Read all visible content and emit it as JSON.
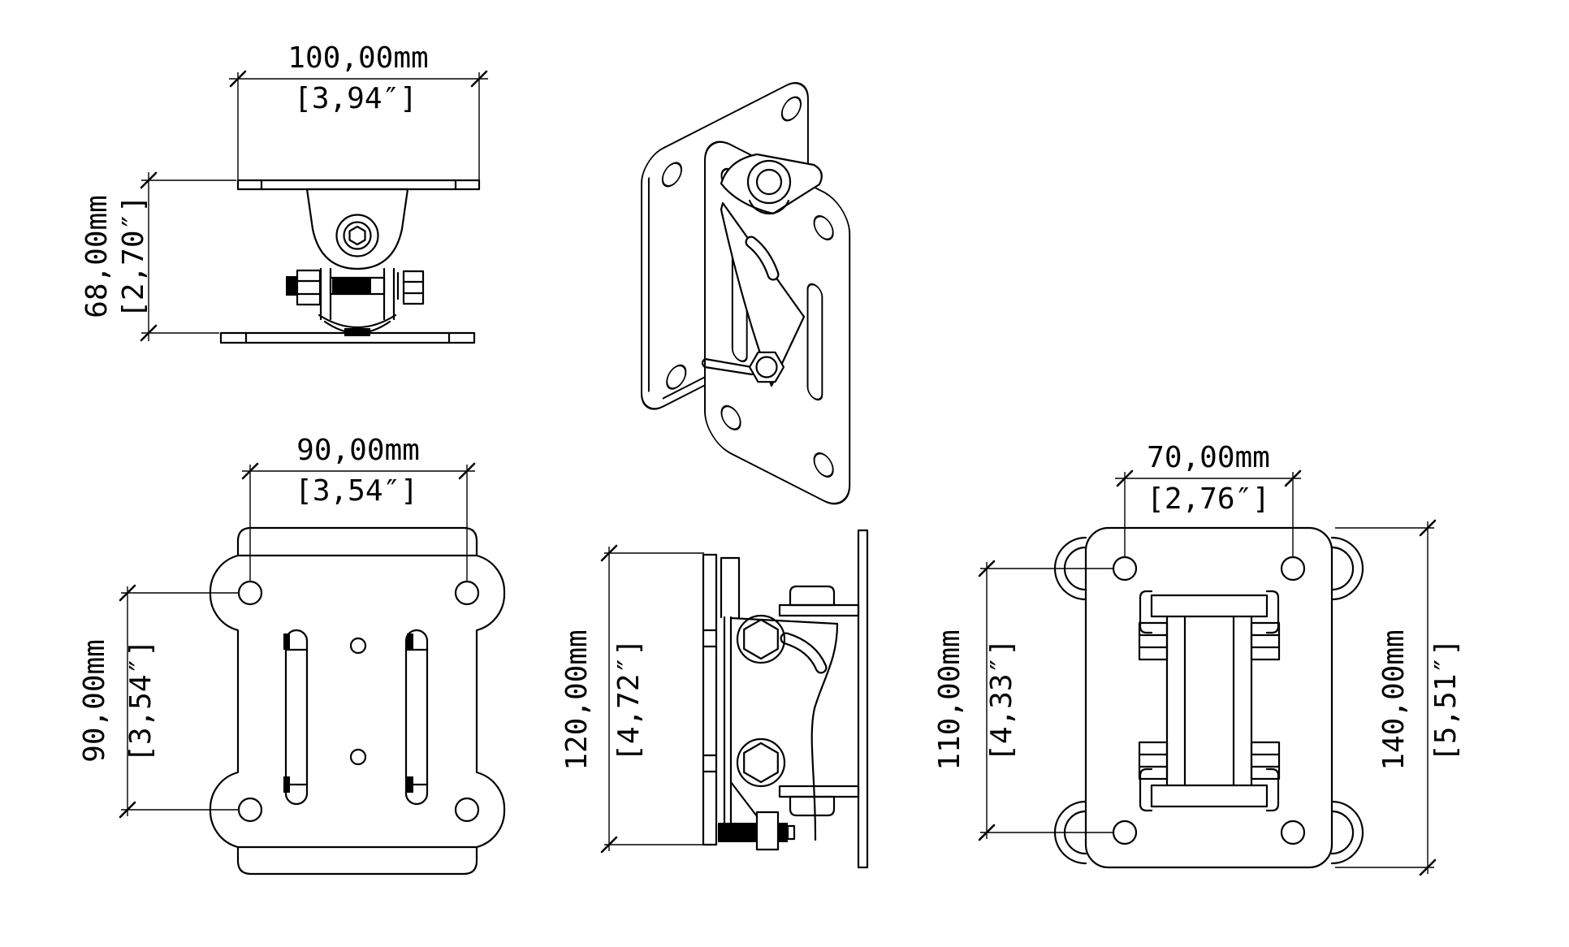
{
  "style": {
    "background": "#ffffff",
    "line_color": "#000000"
  },
  "views": {
    "top": {
      "dims": {
        "width": {
          "mm": "100,00mm",
          "inch": "[3,94″]"
        },
        "depth": {
          "mm": "68,00mm",
          "inch": "[2,70″]"
        }
      }
    },
    "front": {
      "dims": {
        "horizontal": {
          "mm": "90,00mm",
          "inch": "[3,54″]"
        },
        "vertical": {
          "mm": "90,00mm",
          "inch": "[3,54″]"
        }
      }
    },
    "side": {
      "dims": {
        "height": {
          "mm": "120,00mm",
          "inch": "[4,72″]"
        }
      }
    },
    "rear": {
      "dims": {
        "top": {
          "mm": "70,00mm",
          "inch": "[2,76″]"
        },
        "left": {
          "mm": "110,00mm",
          "inch": "[4,33″]"
        },
        "right": {
          "mm": "140,00mm",
          "inch": "[5,51″]"
        }
      }
    }
  }
}
